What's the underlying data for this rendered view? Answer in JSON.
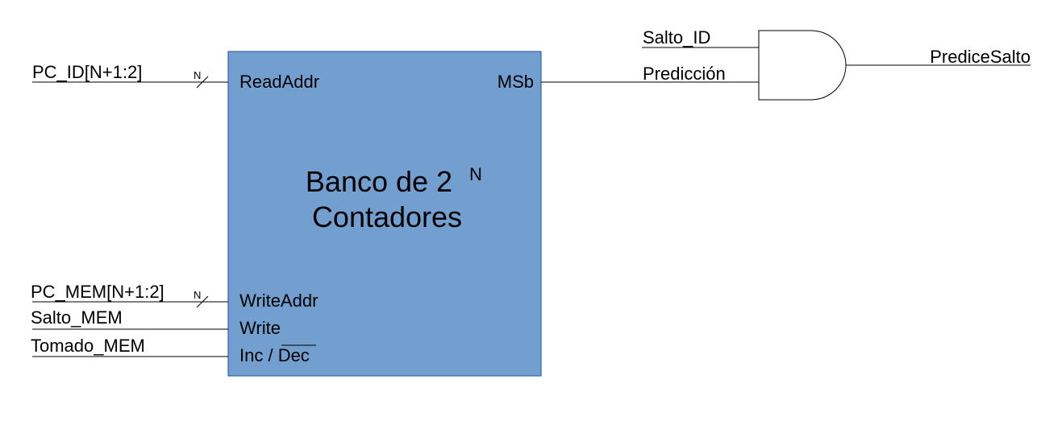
{
  "inputs": {
    "pc_id": "PC_ID[N+1:2]",
    "pc_mem": "PC_MEM[N+1:2]",
    "salto_mem": "Salto_MEM",
    "tomado_mem": "Tomado_MEM"
  },
  "bus_width": "N",
  "block": {
    "title_line1": "Banco de 2",
    "title_superscript": "N",
    "title_line2": "Contadores",
    "fill_color": "#729fcf",
    "border_color": "#3465a4",
    "ports": {
      "read_addr": "ReadAddr",
      "msb": "MSb",
      "write_addr": "WriteAddr",
      "write": "Write",
      "inc": "Inc / ",
      "dec": "Dec"
    }
  },
  "gate": {
    "type": "AND",
    "input_salto_id": "Salto_ID",
    "input_prediccion": "Predicción",
    "output": "PrediceSalto"
  }
}
